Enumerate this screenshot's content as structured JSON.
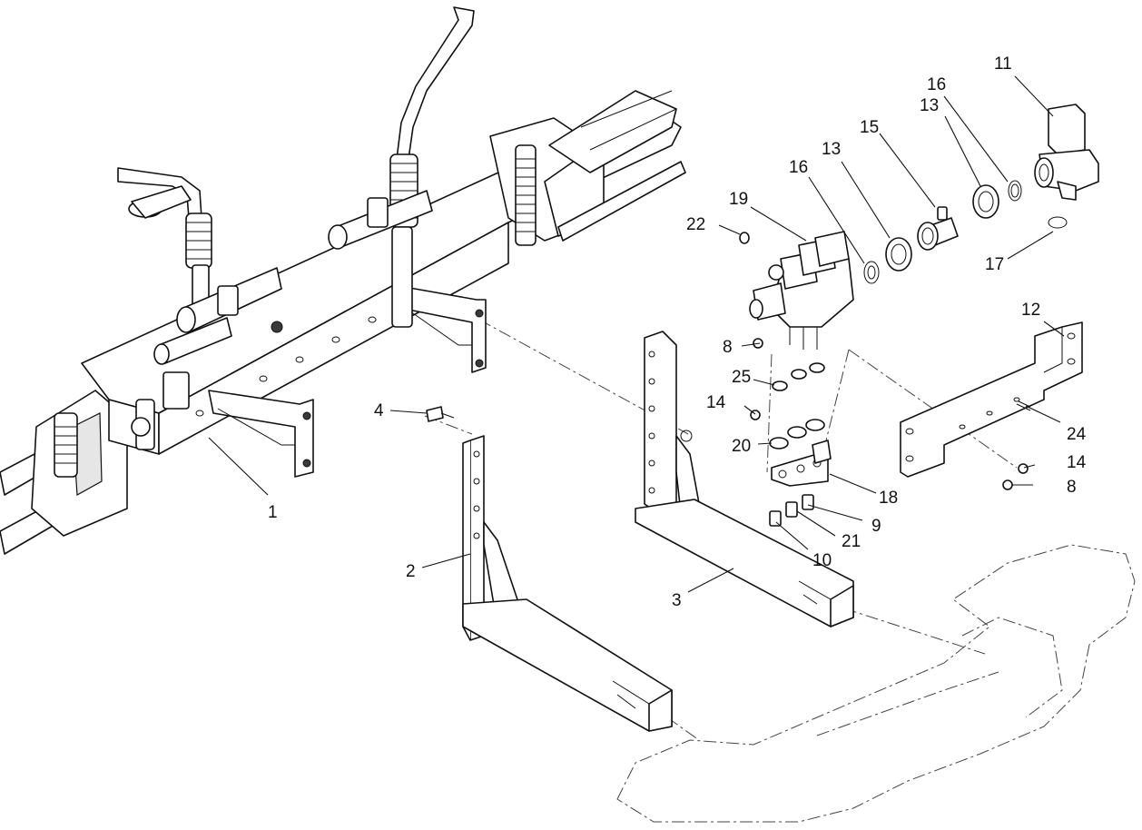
{
  "callouts": [
    {
      "id": "c1",
      "label": "1"
    },
    {
      "id": "c2",
      "label": "2"
    },
    {
      "id": "c3",
      "label": "3"
    },
    {
      "id": "c4",
      "label": "4"
    },
    {
      "id": "c8a",
      "label": "8"
    },
    {
      "id": "c8b",
      "label": "8"
    },
    {
      "id": "c9",
      "label": "9"
    },
    {
      "id": "c10",
      "label": "10"
    },
    {
      "id": "c11",
      "label": "11"
    },
    {
      "id": "c12",
      "label": "12"
    },
    {
      "id": "c13a",
      "label": "13"
    },
    {
      "id": "c13b",
      "label": "13"
    },
    {
      "id": "c14a",
      "label": "14"
    },
    {
      "id": "c14b",
      "label": "14"
    },
    {
      "id": "c15",
      "label": "15"
    },
    {
      "id": "c16a",
      "label": "16"
    },
    {
      "id": "c16b",
      "label": "16"
    },
    {
      "id": "c17",
      "label": "17"
    },
    {
      "id": "c18",
      "label": "18"
    },
    {
      "id": "c19",
      "label": "19"
    },
    {
      "id": "c20",
      "label": "20"
    },
    {
      "id": "c21",
      "label": "21"
    },
    {
      "id": "c22",
      "label": "22"
    },
    {
      "id": "c24",
      "label": "24"
    },
    {
      "id": "c25",
      "label": "25"
    }
  ]
}
